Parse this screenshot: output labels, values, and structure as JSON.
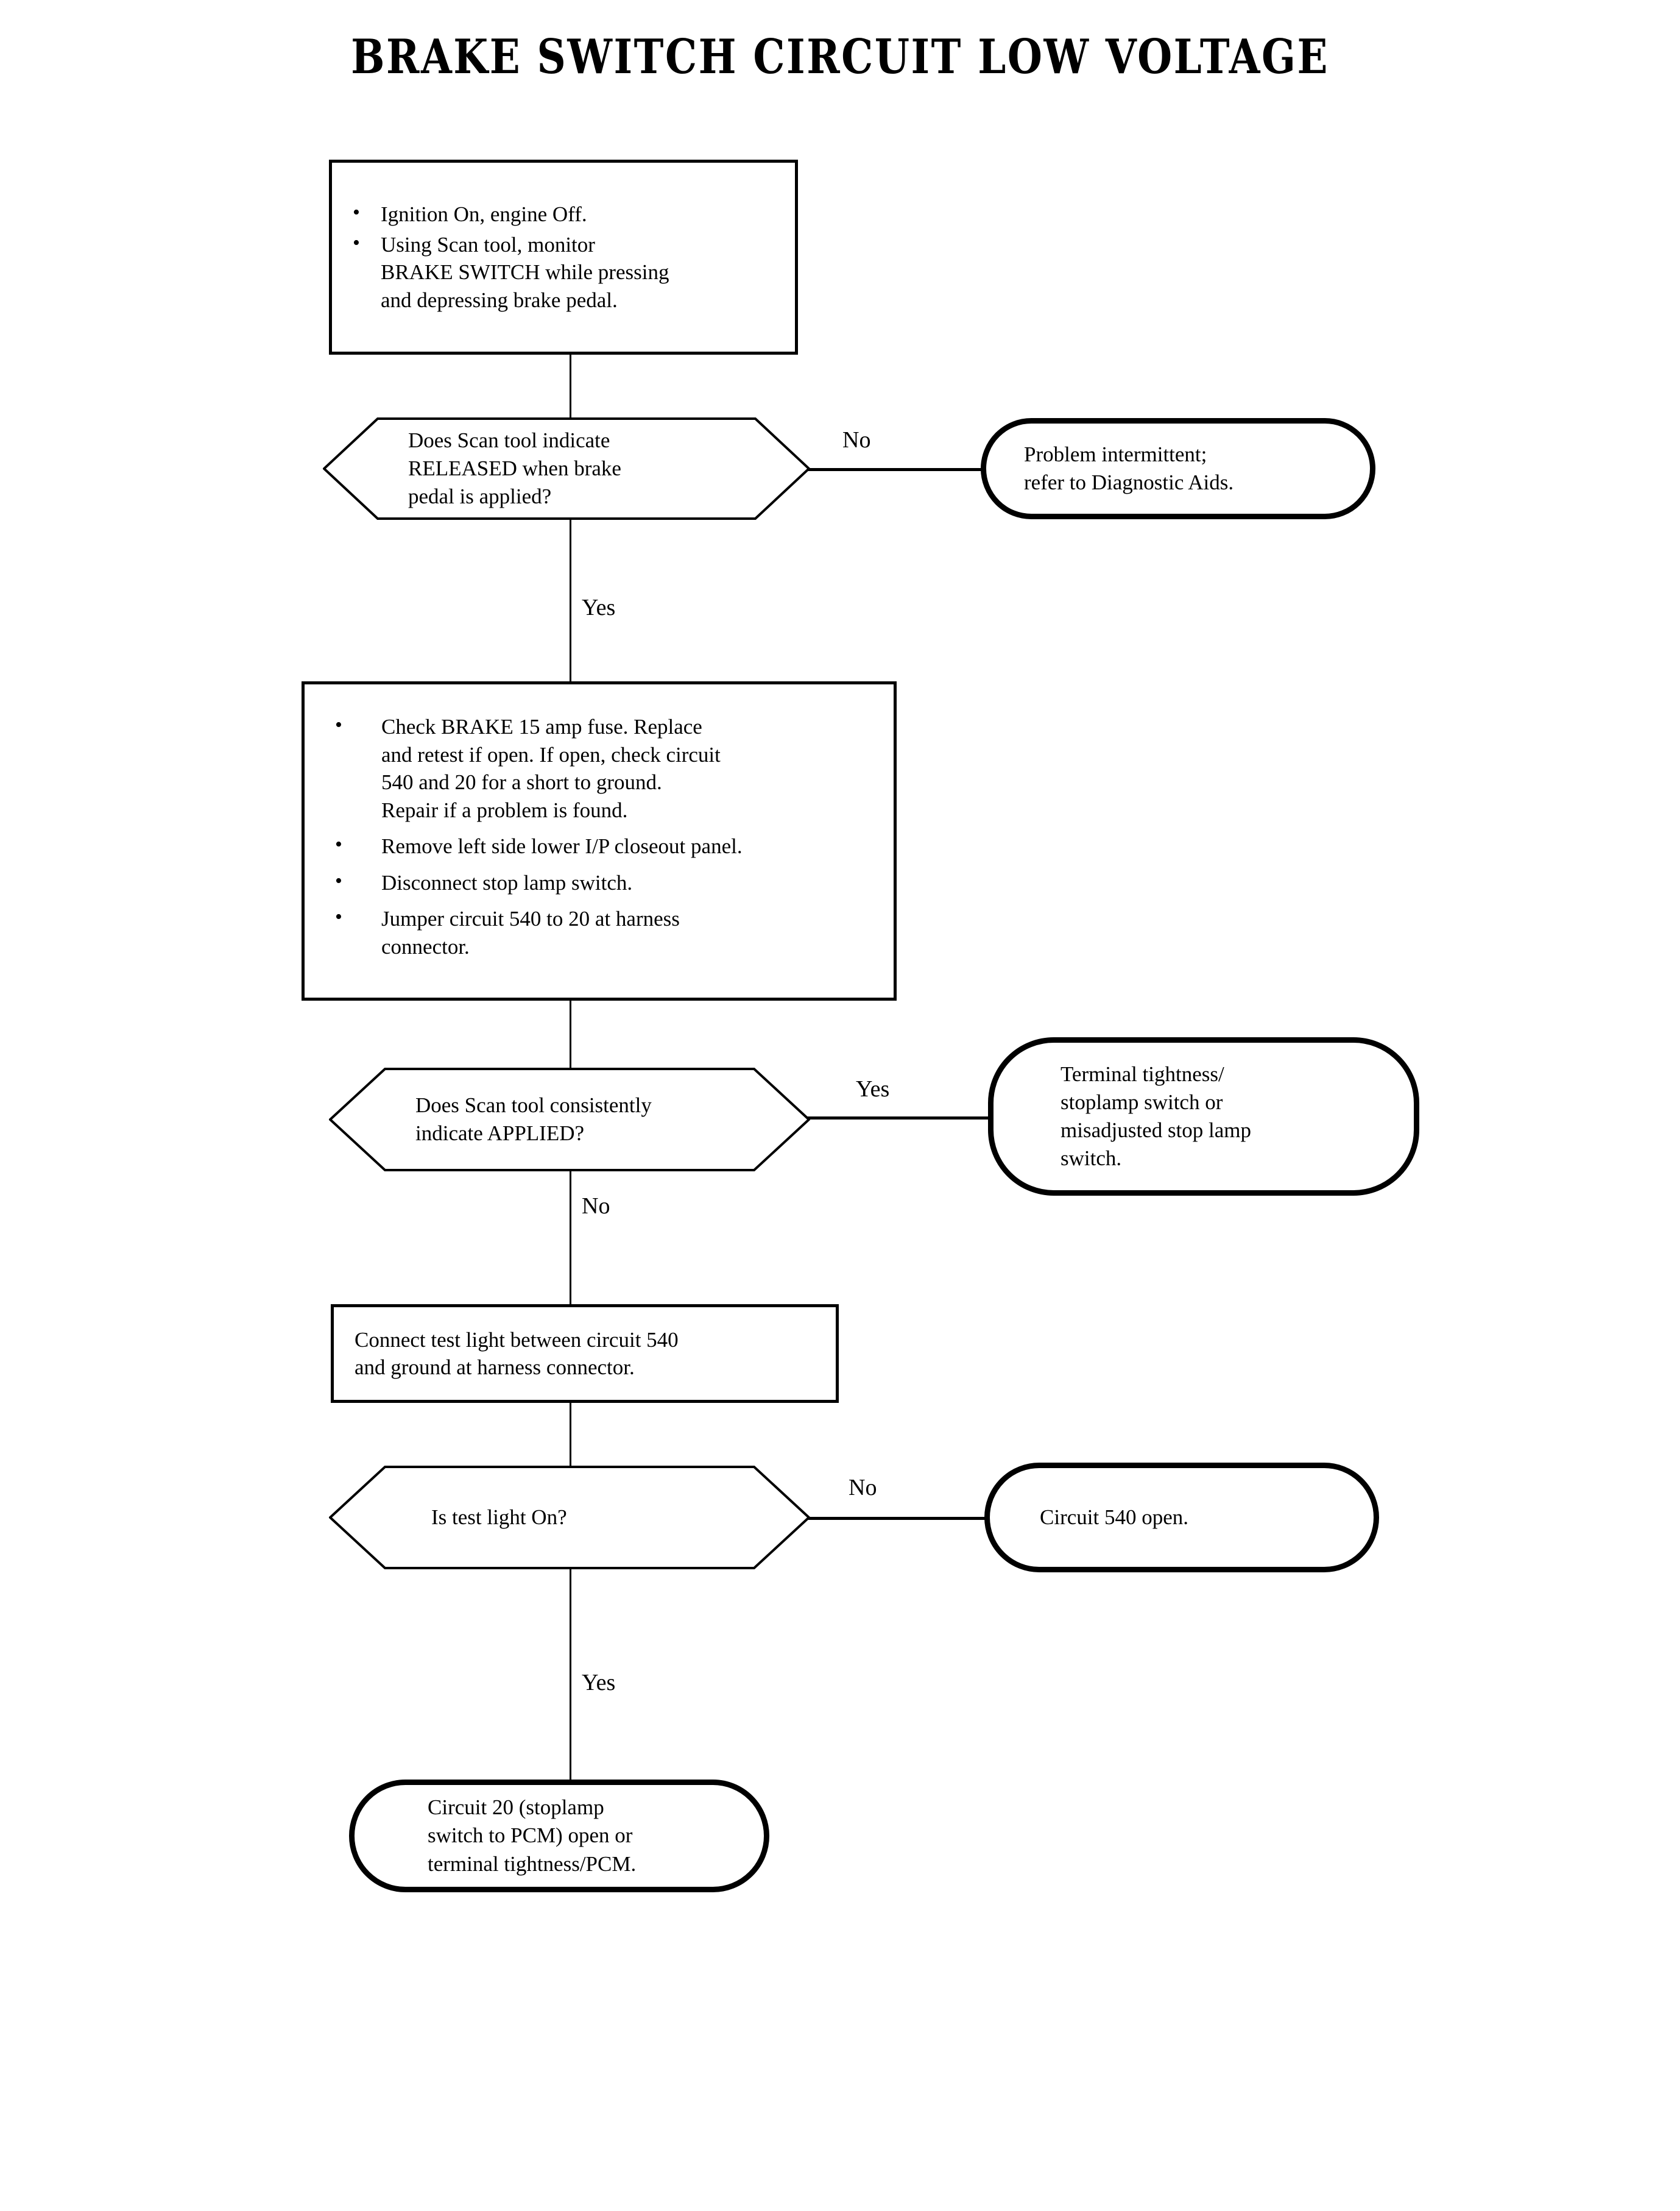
{
  "title": "BRAKE SWITCH CIRCUIT LOW VOLTAGE",
  "chart_data": {
    "type": "diagram",
    "diagram_type": "flowchart",
    "title": "BRAKE SWITCH CIRCUIT LOW VOLTAGE",
    "orientation": "top-to-bottom",
    "nodes": [
      {
        "id": "step1",
        "shape": "process",
        "bullets": [
          "Ignition On, engine Off.",
          "Using Scan tool, monitor BRAKE SWITCH while pressing and depressing brake pedal."
        ]
      },
      {
        "id": "dec1",
        "shape": "decision",
        "text": "Does Scan tool indicate RELEASED when brake pedal is applied?"
      },
      {
        "id": "term1",
        "shape": "terminator",
        "text": "Problem intermittent; refer to Diagnostic Aids."
      },
      {
        "id": "step2",
        "shape": "process",
        "bullets": [
          "Check BRAKE 15 amp fuse. Replace and retest if open. If open, check circuit 540 and 20 for a short to ground. Repair if a problem is found.",
          "Remove left side lower I/P closeout panel.",
          "Disconnect stop lamp switch.",
          "Jumper circuit 540 to 20 at harness connector."
        ]
      },
      {
        "id": "dec2",
        "shape": "decision",
        "text": "Does Scan tool consistently indicate APPLIED?"
      },
      {
        "id": "term2",
        "shape": "terminator",
        "text": "Terminal tightness/ stoplamp switch or misadjusted stop lamp switch."
      },
      {
        "id": "step3",
        "shape": "process",
        "text": "Connect test light between circuit 540 and ground at harness connector."
      },
      {
        "id": "dec3",
        "shape": "decision",
        "text": "Is test light On?"
      },
      {
        "id": "term3",
        "shape": "terminator",
        "text": "Circuit 540 open."
      },
      {
        "id": "term4",
        "shape": "terminator",
        "text": "Circuit 20 (stoplamp switch to PCM) open or terminal tightness/PCM."
      }
    ],
    "edges": [
      {
        "from": "step1",
        "to": "dec1",
        "label": ""
      },
      {
        "from": "dec1",
        "to": "term1",
        "label": "No"
      },
      {
        "from": "dec1",
        "to": "step2",
        "label": "Yes"
      },
      {
        "from": "step2",
        "to": "dec2",
        "label": ""
      },
      {
        "from": "dec2",
        "to": "term2",
        "label": "Yes"
      },
      {
        "from": "dec2",
        "to": "step3",
        "label": "No"
      },
      {
        "from": "step3",
        "to": "dec3",
        "label": ""
      },
      {
        "from": "dec3",
        "to": "term3",
        "label": "No"
      },
      {
        "from": "dec3",
        "to": "term4",
        "label": "Yes"
      }
    ],
    "colors": {
      "stroke": "#000000",
      "background": "#ffffff",
      "text": "#000000"
    }
  },
  "nodes": {
    "step1": {
      "bullet1": "Ignition On, engine Off.",
      "bullet2": "Using Scan tool, monitor BRAKE SWITCH while pressing and depressing brake pedal."
    },
    "dec1": {
      "line1": "Does Scan tool indicate",
      "line2": "RELEASED when brake",
      "line3": "pedal is applied?"
    },
    "term1": {
      "line1": "Problem intermittent;",
      "line2": "refer to Diagnostic Aids."
    },
    "step2": {
      "bullet1": "Check BRAKE 15 amp fuse. Replace and retest if open. If open, check circuit 540 and 20 for a short to ground. Repair if a problem is found.",
      "bullet2": "Remove left side lower I/P closeout panel.",
      "bullet3": "Disconnect stop lamp switch.",
      "bullet4": "Jumper circuit 540 to 20 at harness connector."
    },
    "dec2": {
      "line1": "Does Scan tool consistently",
      "line2": "indicate APPLIED?"
    },
    "term2": {
      "line1": "Terminal tightness/",
      "line2": "stoplamp switch or",
      "line3": "misadjusted stop lamp",
      "line4": "switch."
    },
    "step3": {
      "line1": "Connect test light between circuit 540",
      "line2": "and ground at harness connector."
    },
    "dec3": {
      "line1": "Is test light On?"
    },
    "term3": {
      "line1": "Circuit 540 open."
    },
    "term4": {
      "line1": "Circuit 20 (stoplamp",
      "line2": "switch to PCM) open or",
      "line3": "terminal tightness/PCM."
    }
  },
  "edge_labels": {
    "dec1_no": "No",
    "dec1_yes": "Yes",
    "dec2_yes": "Yes",
    "dec2_no": "No",
    "dec3_no": "No",
    "dec3_yes": "Yes"
  }
}
